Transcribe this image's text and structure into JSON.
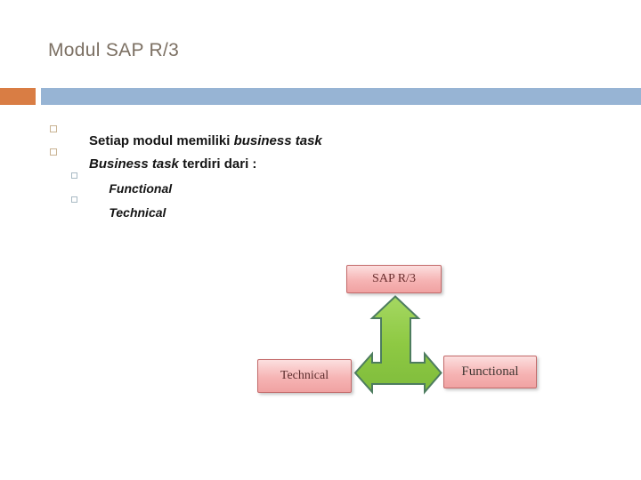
{
  "slide": {
    "title": "Modul SAP R/3",
    "bullets": {
      "b1_normal": "Setiap modul memiliki ",
      "b1_italic": "business task",
      "b2_italic": "Business task",
      "b2_normal": " terdiri dari :",
      "sub1": "Functional",
      "sub2": "Technical"
    },
    "diagram": {
      "top_box": "SAP R/3",
      "left_box": "Technical",
      "right_box": "Functional"
    },
    "colors": {
      "title_text": "#7c7063",
      "bar_orange": "#d97d44",
      "bar_blue": "#97b4d4",
      "bullet_square": "#c9b393",
      "sub_bullet_square": "#a9bac4",
      "arrow_green": "#8ec943",
      "arrow_outline": "#4d7c5f",
      "box_pink": "#f5b0b0",
      "box_border": "#c36a6a",
      "box_text_maroon": "#5c2e2e"
    }
  }
}
